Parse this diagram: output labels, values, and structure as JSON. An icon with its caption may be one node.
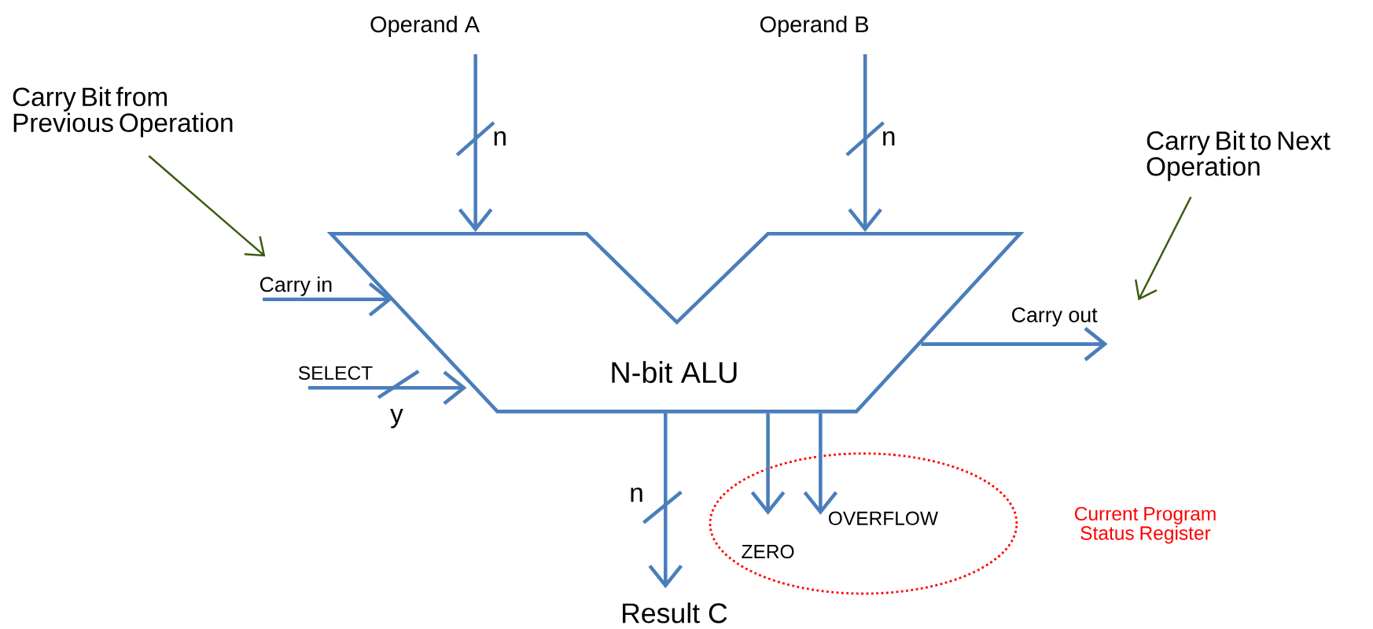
{
  "diagram": {
    "nodes": [
      {
        "text": [
          "Operand A"
        ]
      },
      {
        "text": [
          "Operand B"
        ]
      },
      {
        "text": [
          "Carry Bit from Previous Operation"
        ]
      },
      {
        "text": [
          "Carry Bit to Next Operation"
        ]
      },
      {
        "text": [
          "Carry in"
        ]
      },
      {
        "text": [
          "N-bit ALU"
        ]
      },
      {
        "text": [
          "Carry out"
        ]
      },
      {
        "text": [
          "SELECT"
        ]
      },
      {
        "text": [
          "Result C"
        ]
      },
      {
        "text": [
          "Current Program Status Register"
        ]
      },
      {
        "text": [
          "ZERO"
        ],
        "in": 9
      },
      {
        "text": [
          "OVERFLOW"
        ],
        "in": 9
      }
    ],
    "edges": [
      {
        "from": 0,
        "to": 5,
        "arrow": "to"
      },
      {
        "from": 1,
        "to": 5,
        "arrow": "to"
      },
      {
        "from": 2,
        "to": 4,
        "arrow": "to",
        "color": "#3b5a0f"
      },
      {
        "from": 3,
        "to": 6,
        "arrow": "to",
        "color": "#3b5a0f"
      },
      {
        "from": 4,
        "to": 5,
        "arrow": "to"
      },
      {
        "from": 7,
        "to": 5,
        "arrow": "to"
      },
      {
        "from": 5,
        "to": 6,
        "arrow": "to"
      },
      {
        "from": 5,
        "to": 8,
        "arrow": "to"
      },
      {
        "from": 5,
        "to": 10,
        "arrow": "to"
      },
      {
        "from": 5,
        "to": 11,
        "arrow": "to"
      }
    ],
    "labels": [
      "n",
      "n",
      "y",
      "n"
    ]
  }
}
